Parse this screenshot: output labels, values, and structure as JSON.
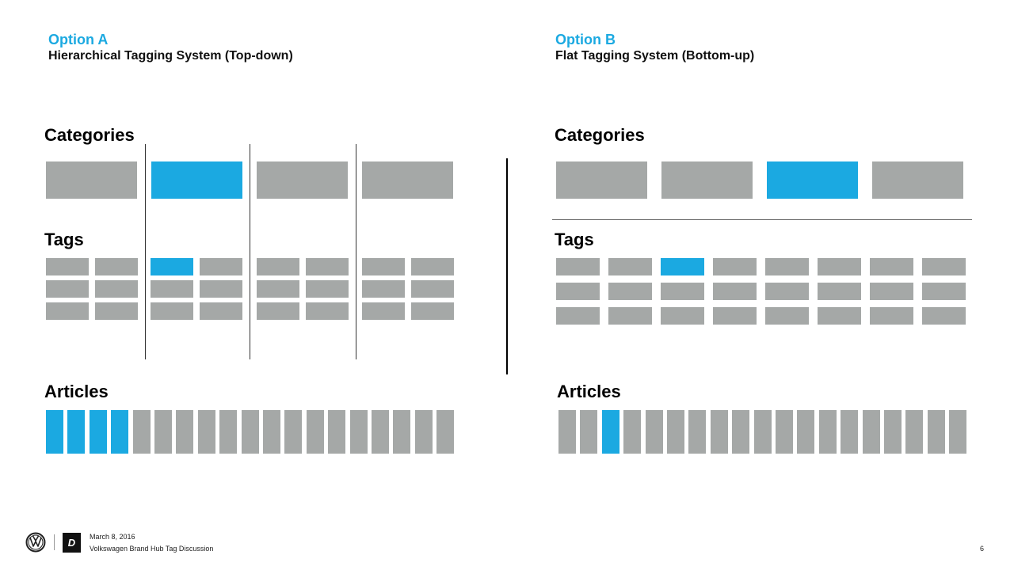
{
  "option_a": {
    "label": "Option A",
    "subtitle": "Hierarchical Tagging System (Top-down)",
    "categories_heading": "Categories",
    "tags_heading": "Tags",
    "articles_heading": "Articles",
    "highlighted_category": 2,
    "highlighted_tag": {
      "category": 2,
      "row": 1,
      "col": 1
    },
    "highlighted_articles": [
      1,
      2,
      3,
      4
    ],
    "category_count": 4,
    "tag_rows": 3,
    "tag_cols_per_category": 2,
    "article_count": 19
  },
  "option_b": {
    "label": "Option B",
    "subtitle": "Flat Tagging System (Bottom-up)",
    "categories_heading": "Categories",
    "tags_heading": "Tags",
    "articles_heading": "Articles",
    "highlighted_category": 3,
    "highlighted_tag": {
      "row": 1,
      "col": 3
    },
    "highlighted_articles": [
      3
    ],
    "category_count": 4,
    "tag_rows": 3,
    "tag_cols": 8,
    "article_count": 19
  },
  "colors": {
    "highlight": "#1ba9e1",
    "box": "#a5a8a7",
    "option_label": "#1ba9e1"
  },
  "footer": {
    "date": "March 8, 2016",
    "title": "Volkswagen Brand Hub Tag Discussion",
    "page_number": "6",
    "vw_logo_icon": "vw-logo-icon",
    "d_logo_icon": "d-logo-icon",
    "d_logo_letter": "D"
  }
}
